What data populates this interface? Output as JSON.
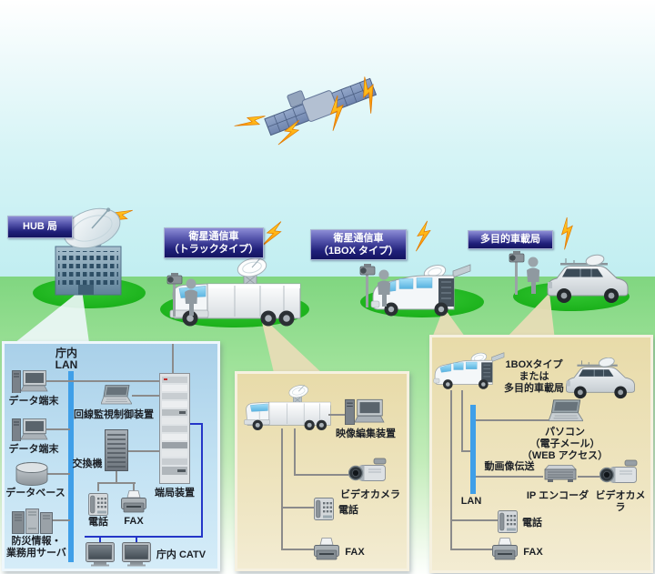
{
  "badges": {
    "hub": "HUB 局",
    "sat_truck": "衛星通信車\n（トラックタイプ）",
    "sat_box": "衛星通信車\n（1BOX タイプ）",
    "multi": "多目的車載局"
  },
  "hq_panel": {
    "lan_title": "庁内\nLAN",
    "data_terminal1": "データ端末",
    "data_terminal2": "データ端末",
    "database": "データベース",
    "server": "防災情報・\n業務用サーバ",
    "line_monitor": "回線監視制御装置",
    "exchange": "交換機",
    "phone": "電話",
    "fax": "FAX",
    "terminal_device": "端局装置",
    "catv": "庁内 CATV"
  },
  "truck_panel": {
    "video_editor": "映像編集装置",
    "video_camera": "ビデオカメラ",
    "phone": "電話",
    "fax": "FAX"
  },
  "multi_panel": {
    "title": "1BOXタイプ\nまたは\n多目的車載局",
    "pc": "パソコン\n（電子メール）\n（WEB アクセス）",
    "video_tx": "動画像伝送",
    "lan": "LAN",
    "ip_encoder": "IP エンコーダ",
    "video_camera": "ビデオカメラ",
    "phone": "電話",
    "fax": "FAX"
  },
  "icons": {
    "satellite": "satellite-icon",
    "lightning": "radio-link-bolt-icon",
    "dish_building": "hub-station-building-icon",
    "truck": "satellite-truck-icon",
    "van": "1box-van-icon",
    "suv": "multi-purpose-suv-icon",
    "camera_person": "person-with-camera-icon"
  },
  "colors": {
    "lan_blue": "#3f9fe8",
    "link_blue": "#2436c8",
    "bolt_orange": "#ff8a00",
    "badge_navy": "#1b1b6b",
    "hq_panel_blue": "#bddcf0",
    "vehicle_panel_tan": "#ebdfb3"
  }
}
